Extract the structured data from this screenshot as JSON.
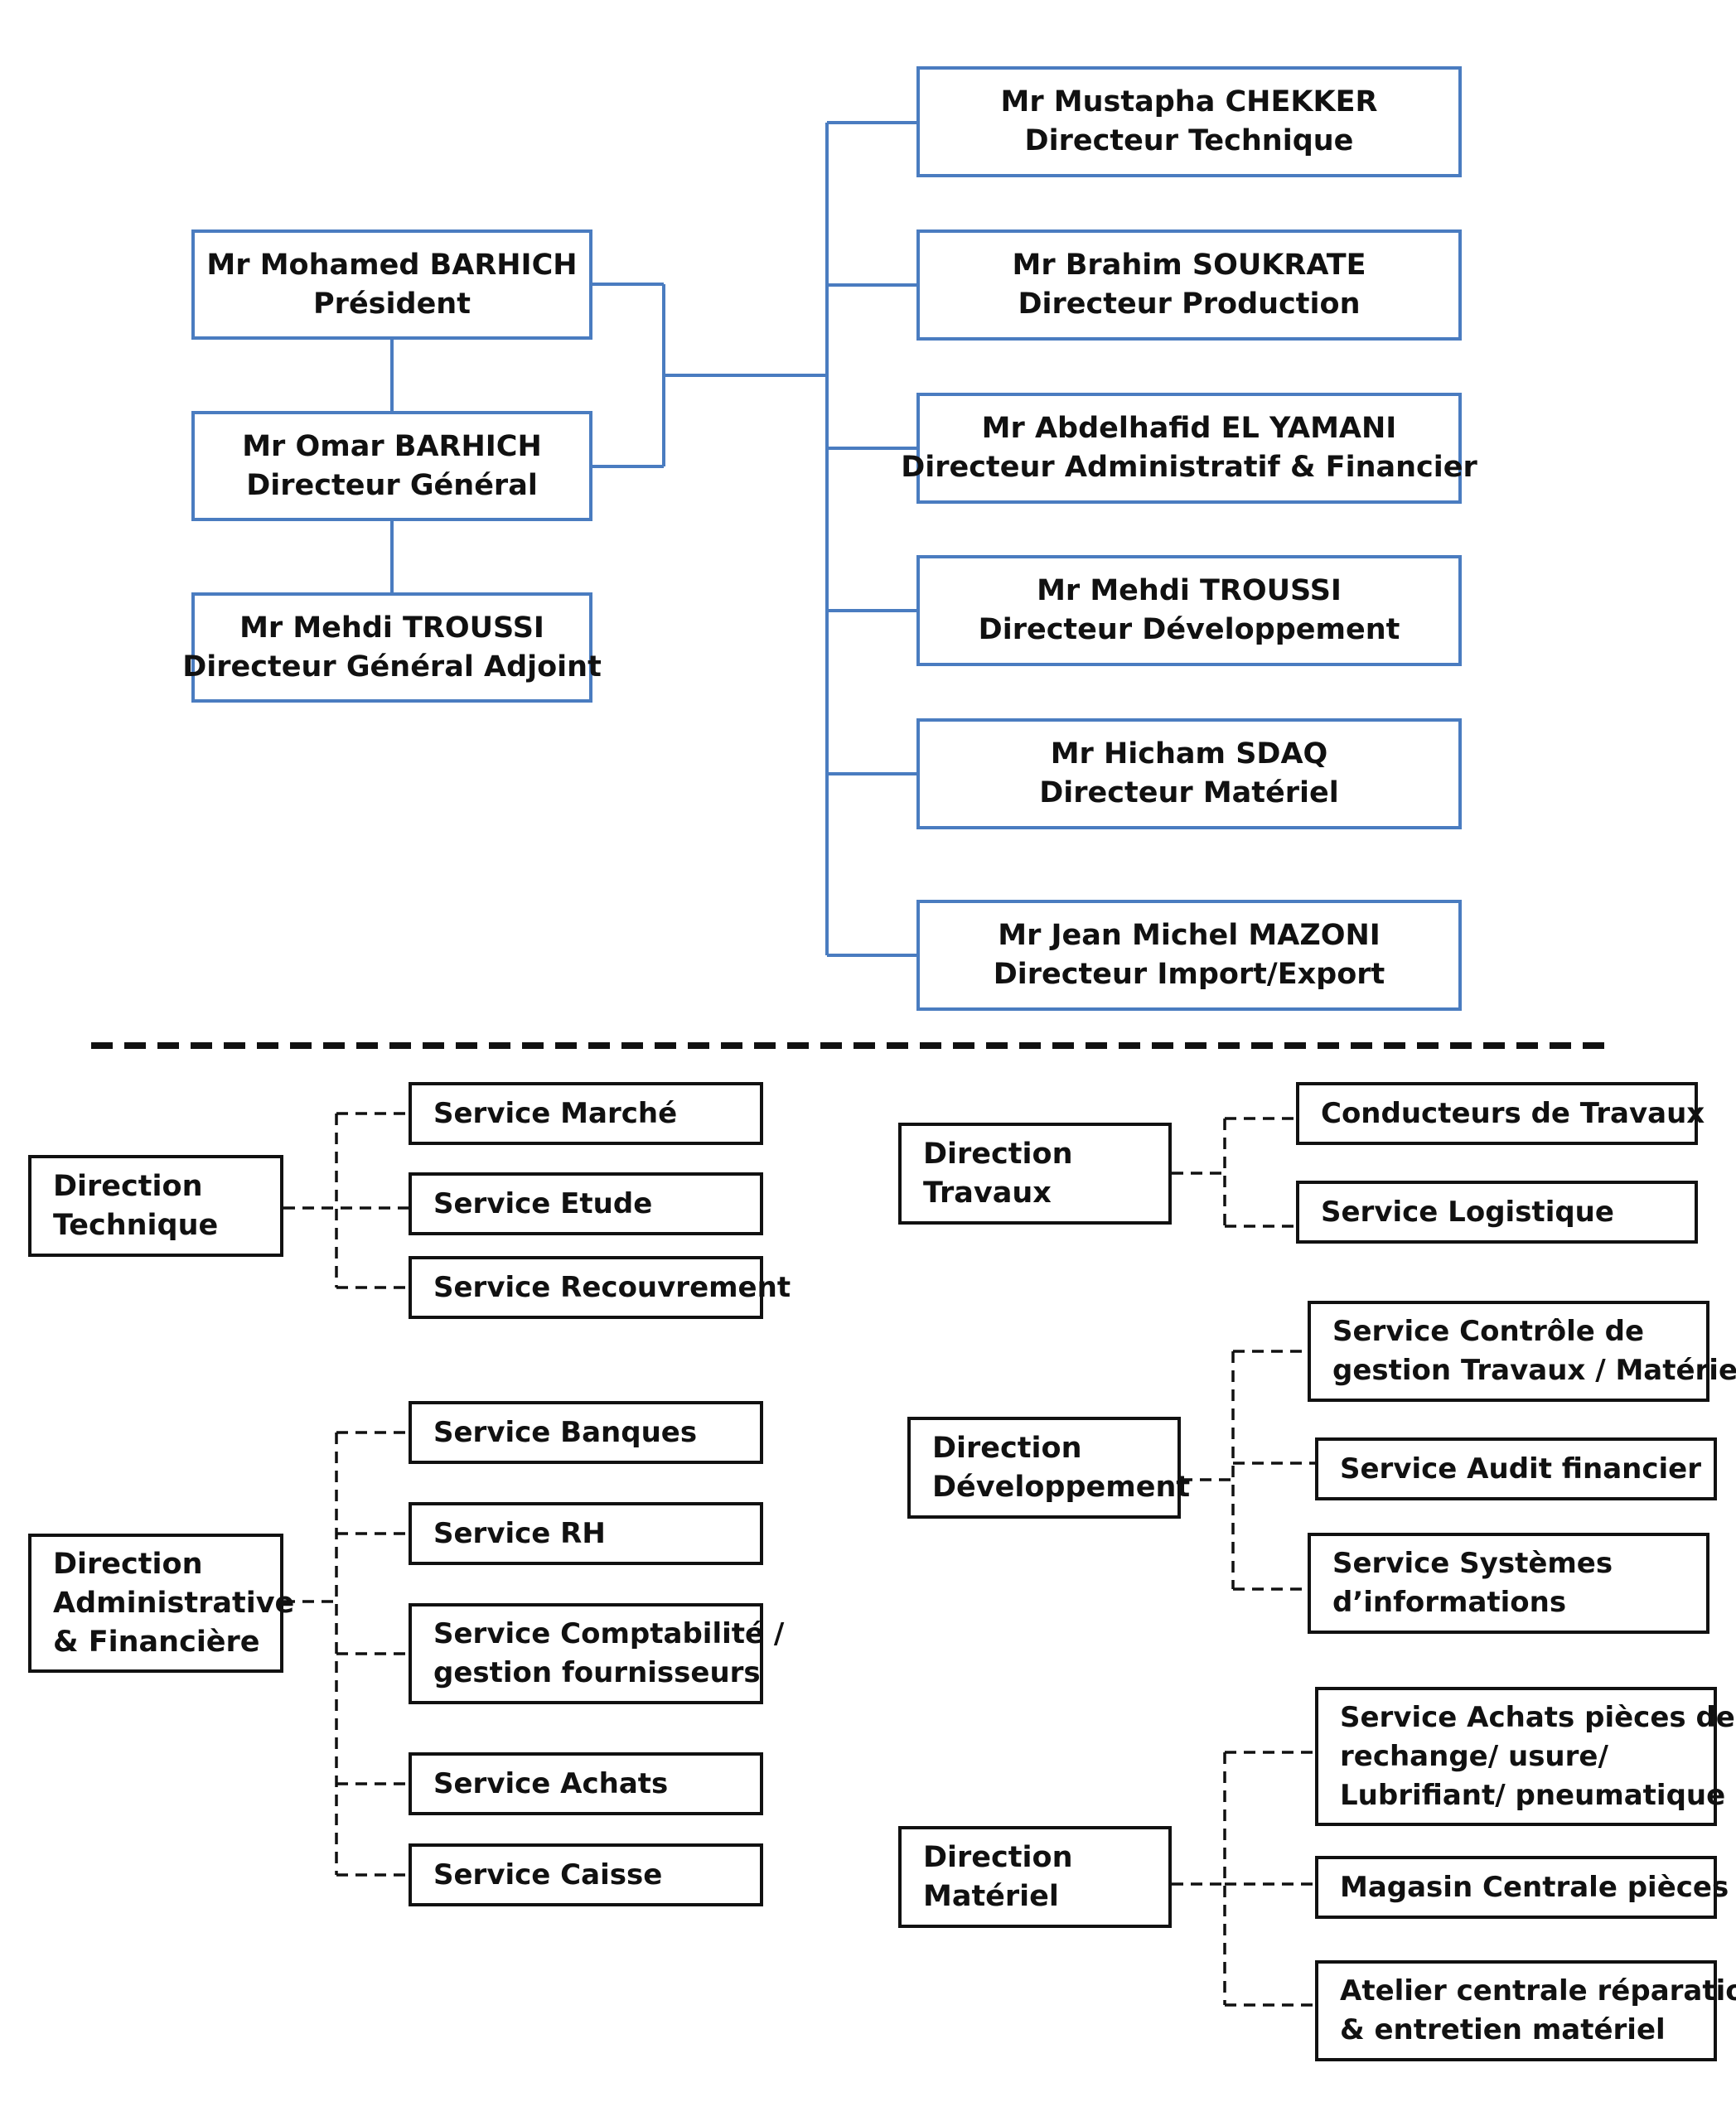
{
  "executives": {
    "president": {
      "name": "Mr Mohamed BARHICH",
      "role": "Président"
    },
    "general_director": {
      "name": "Mr Omar BARHICH",
      "role": "Directeur Général"
    },
    "deputy_director": {
      "name": "Mr Mehdi TROUSSI",
      "role": "Directeur Général Adjoint"
    },
    "directors": [
      {
        "name": "Mr Mustapha CHEKKER",
        "role": "Directeur Technique"
      },
      {
        "name": "Mr Brahim SOUKRATE",
        "role": "Directeur Production"
      },
      {
        "name": "Mr Abdelhafid EL YAMANI",
        "role": "Directeur Administratif & Financier"
      },
      {
        "name": "Mr Mehdi TROUSSI",
        "role": "Directeur Développement"
      },
      {
        "name": "Mr Hicham SDAQ",
        "role": "Directeur Matériel"
      },
      {
        "name": "Mr Jean Michel MAZONI",
        "role": "Directeur Import/Export"
      }
    ]
  },
  "departments": {
    "technique": {
      "title": [
        "Direction",
        "Technique"
      ],
      "services": [
        [
          "Service Marché"
        ],
        [
          "Service Etude"
        ],
        [
          "Service Recouvrement"
        ]
      ]
    },
    "admin": {
      "title": [
        "Direction",
        "Administrative",
        "& Financière"
      ],
      "services": [
        [
          "Service Banques"
        ],
        [
          "Service RH"
        ],
        [
          "Service Comptabilité /",
          "gestion fournisseurs"
        ],
        [
          "Service Achats"
        ],
        [
          "Service  Caisse"
        ]
      ]
    },
    "travaux": {
      "title": [
        "Direction",
        "Travaux"
      ],
      "services": [
        [
          "Conducteurs de Travaux"
        ],
        [
          "Service Logistique"
        ]
      ]
    },
    "developpement": {
      "title": [
        "Direction",
        "Développement"
      ],
      "services": [
        [
          "Service Contrôle de",
          "gestion Travaux / Matériel"
        ],
        [
          "Service Audit financier"
        ],
        [
          "Service Systèmes",
          "d’informations"
        ]
      ]
    },
    "materiel": {
      "title": [
        "Direction",
        "Matériel"
      ],
      "services": [
        [
          "Service Achats pièces de",
          "rechange/ usure/",
          "Lubrifiant/ pneumatique"
        ],
        [
          "Magasin Centrale pièces"
        ],
        [
          "Atelier centrale réparation",
          "& entretien matériel"
        ]
      ]
    }
  },
  "colors": {
    "exec_border": "#4a7cc0",
    "dept_border": "#111111"
  }
}
